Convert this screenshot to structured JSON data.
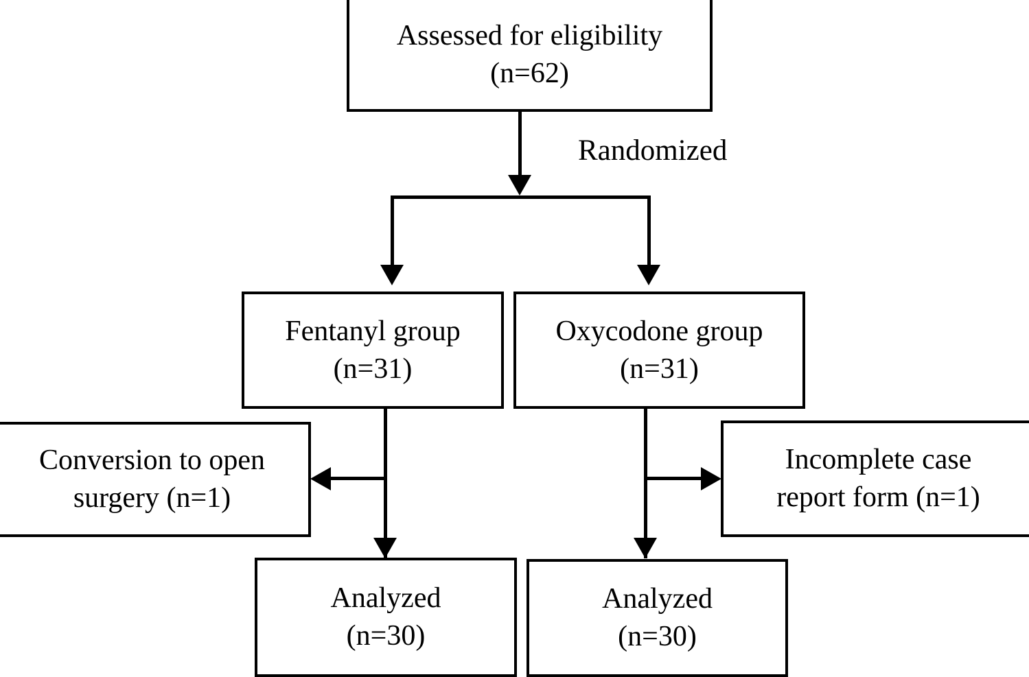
{
  "diagram": {
    "type": "consort-flow-diagram",
    "background_color": "#ffffff",
    "line_color": "#000000",
    "text_color": "#000000",
    "nodes": {
      "eligibility": {
        "line1": "Assessed for eligibility",
        "line2": "(n=62)"
      },
      "fentanyl": {
        "line1": "Fentanyl group",
        "line2": "(n=31)"
      },
      "oxycodone": {
        "line1": "Oxycodone group",
        "line2": "(n=31)"
      },
      "conversion": {
        "line1": "Conversion to open",
        "line2": "surgery (n=1)"
      },
      "incomplete": {
        "line1": "Incomplete case",
        "line2": "report form (n=1)"
      },
      "analyzed_fentanyl": {
        "line1": "Analyzed",
        "line2": "(n=30)"
      },
      "analyzed_oxycodone": {
        "line1": "Analyzed",
        "line2": "(n=30)"
      }
    },
    "edges": {
      "randomized_label": "Randomized"
    }
  }
}
